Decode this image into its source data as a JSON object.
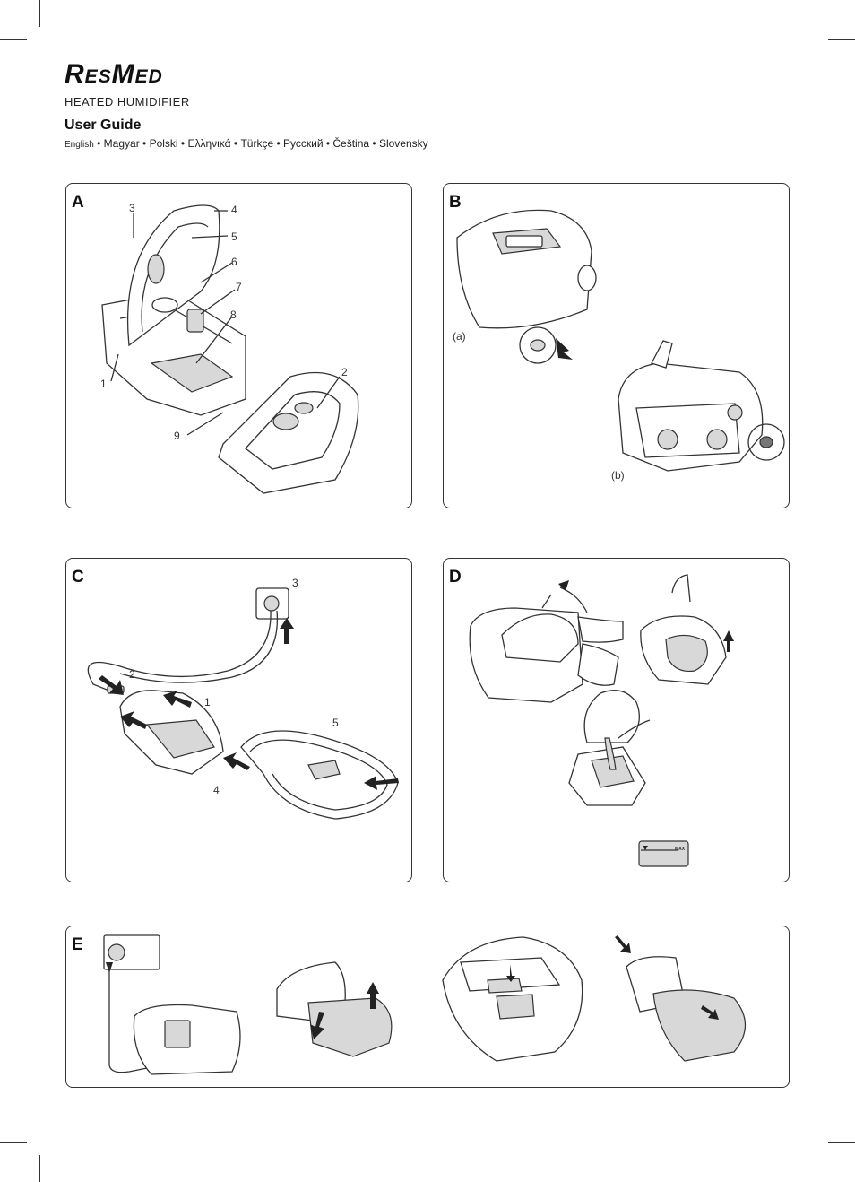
{
  "brand": {
    "logo_text": "ResMed"
  },
  "header": {
    "product": "HEATED HUMIDIFIER",
    "guide_title": "User Guide",
    "languages_first": "English",
    "languages_rest": " • Magyar • Polski • Ελληνικά • Türkçe • Русский • Čeština • Slovensky"
  },
  "panels": {
    "A": {
      "label": "A",
      "callouts": [
        "1",
        "2",
        "3",
        "4",
        "5",
        "6",
        "7",
        "8",
        "9"
      ]
    },
    "B": {
      "label": "B",
      "callouts": [
        "(a)",
        "(b)"
      ]
    },
    "C": {
      "label": "C",
      "callouts": [
        "1",
        "2",
        "3",
        "4",
        "5"
      ]
    },
    "D": {
      "label": "D",
      "max_mark": "MAX"
    },
    "E": {
      "label": "E"
    }
  }
}
